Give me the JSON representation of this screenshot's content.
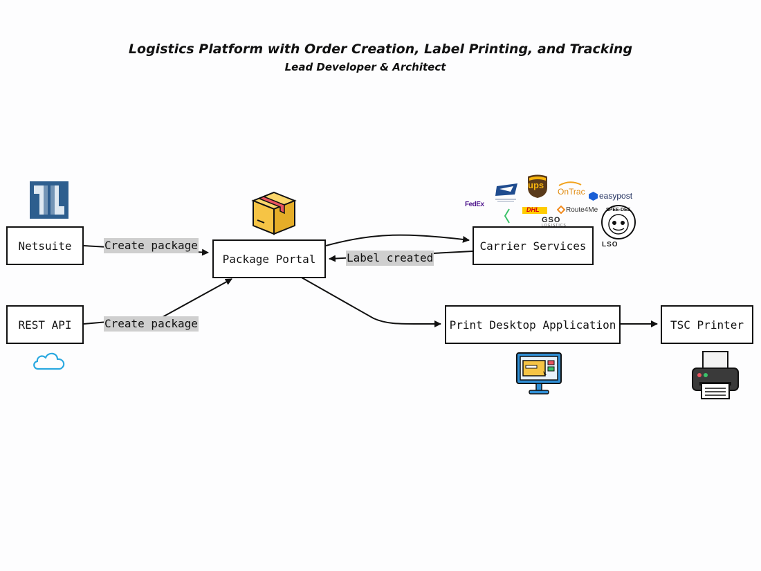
{
  "header": {
    "title": "Logistics Platform with Order Creation, Label Printing, and Tracking",
    "subtitle": "Lead Developer & Architect"
  },
  "nodes": {
    "netsuite": "Netsuite",
    "rest_api": "REST API",
    "package_portal": "Package Portal",
    "carrier_services": "Carrier Services",
    "print_app": "Print Desktop Application",
    "tsc_printer": "TSC Printer"
  },
  "edges": {
    "netsuite_to_portal": "Create package",
    "rest_to_portal": "Create package",
    "carrier_to_portal": "Label created"
  },
  "carrier_logos": {
    "fedex": "FedEx",
    "ups": "ups",
    "ontrac": "OnTrac",
    "easypost": "easypost",
    "dhl": "DHL",
    "route4me": "Route4Me",
    "gso": "GSO",
    "gso_sub": "LOGISTICS",
    "speedee": "SPEE-DEE",
    "lso": "LSO"
  },
  "icons": {
    "netsuite_logo": "netsuite-logo-icon",
    "cloud": "cloud-icon",
    "package": "package-box-icon",
    "desktop": "desktop-monitor-icon",
    "printer": "printer-icon"
  },
  "colors": {
    "edge_label_bg": "#cfcfcf",
    "netsuite_blue": "#2d5e8e",
    "box_yellow": "#f6c445",
    "box_tape": "#e8535e"
  }
}
